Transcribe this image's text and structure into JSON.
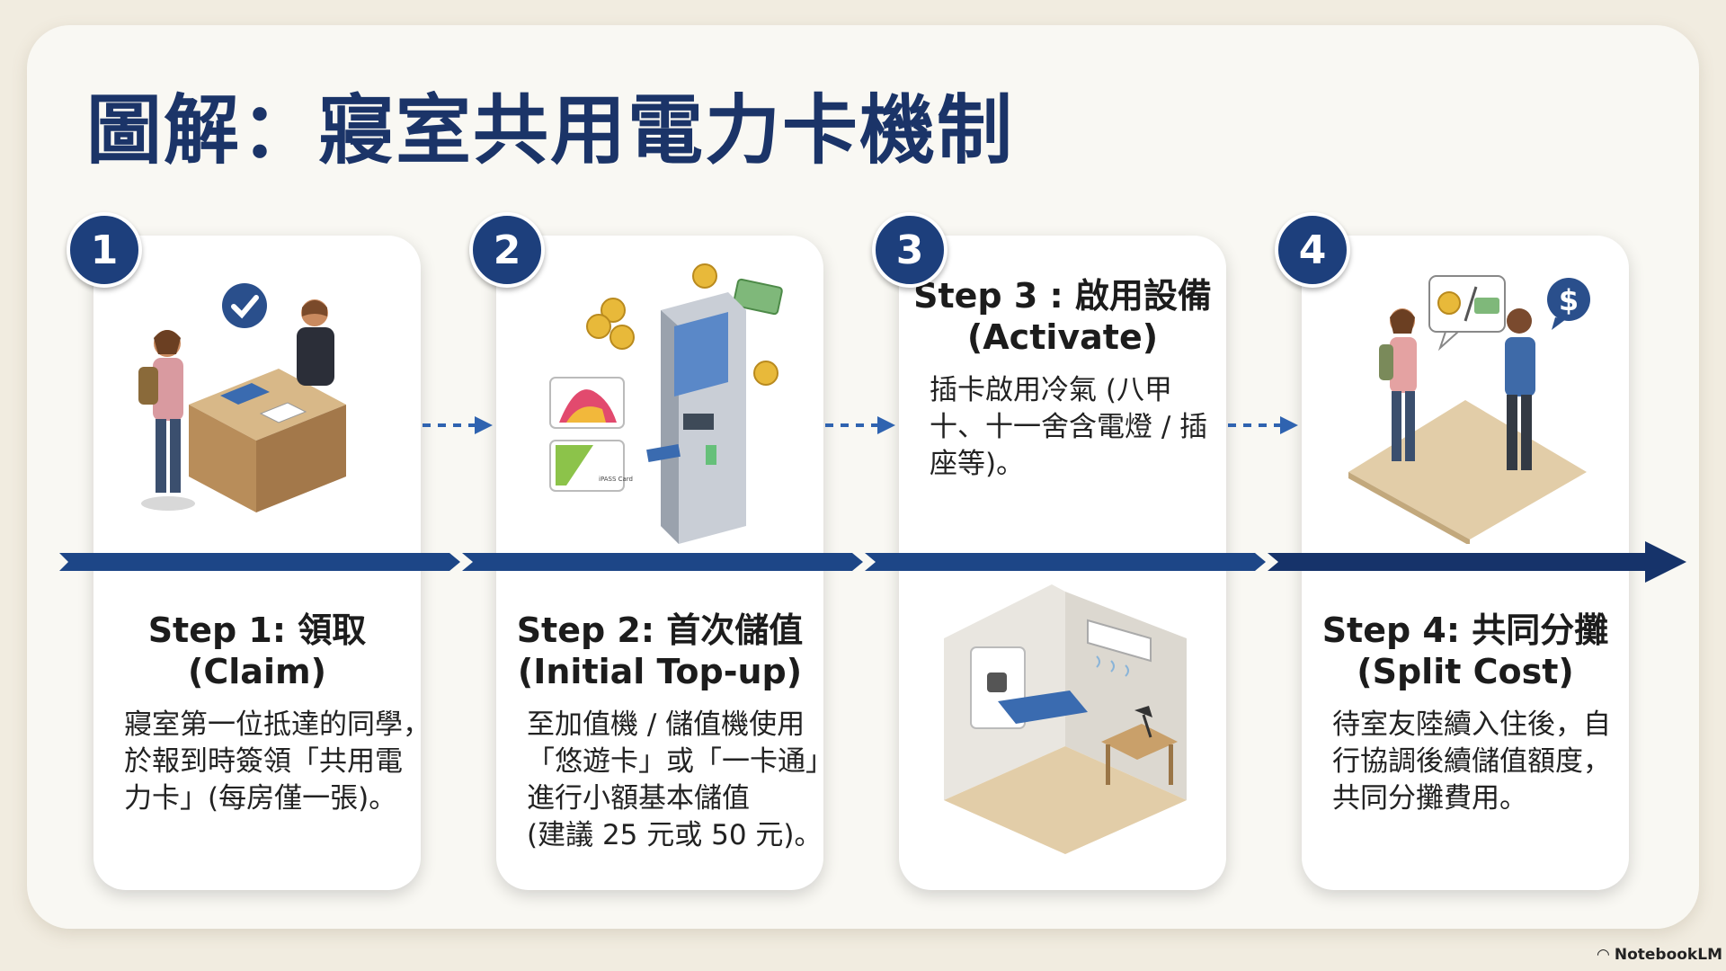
{
  "title": "圖解：寢室共用電力卡機制",
  "steps": [
    {
      "number": "1",
      "title_line1": "Step 1: 領取",
      "title_line2": "(Claim)",
      "desc": [
        "寢室第一位抵達的同學，",
        "於報到時簽領「共用電",
        "力卡」(每房僅一張)。"
      ]
    },
    {
      "number": "2",
      "title_line1": "Step 2: 首次儲值",
      "title_line2": "(Initial Top-up)",
      "desc": [
        "至加值機 / 儲值機使用",
        "「悠遊卡」或「一卡通」",
        "進行小額基本儲值",
        "(建議 25 元或 50 元)。"
      ],
      "card_label": "iPASS Card"
    },
    {
      "number": "3",
      "title_line1": "Step 3 : 啟用設備",
      "title_line2": "(Activate)",
      "desc": [
        "插卡啟用冷氣 (八甲",
        "十、十一舍含電燈 / 插",
        "座等)。"
      ]
    },
    {
      "number": "4",
      "title_line1": "Step 4: 共同分攤",
      "title_line2": "(Split Cost)",
      "desc": [
        "待室友陸續入住後，自",
        "行協調後續儲值額度，",
        "共同分攤費用。"
      ]
    }
  ],
  "footer": "NotebookLM",
  "colors": {
    "navy": "#1d3f7c",
    "title": "#1b3468",
    "background": "#f1ece0"
  },
  "icons": [
    "check-icon",
    "dollar-icon",
    "coin-icon",
    "banknote-icon",
    "air-conditioner-icon",
    "lamp-icon",
    "card-slot-icon",
    "kiosk-icon"
  ]
}
